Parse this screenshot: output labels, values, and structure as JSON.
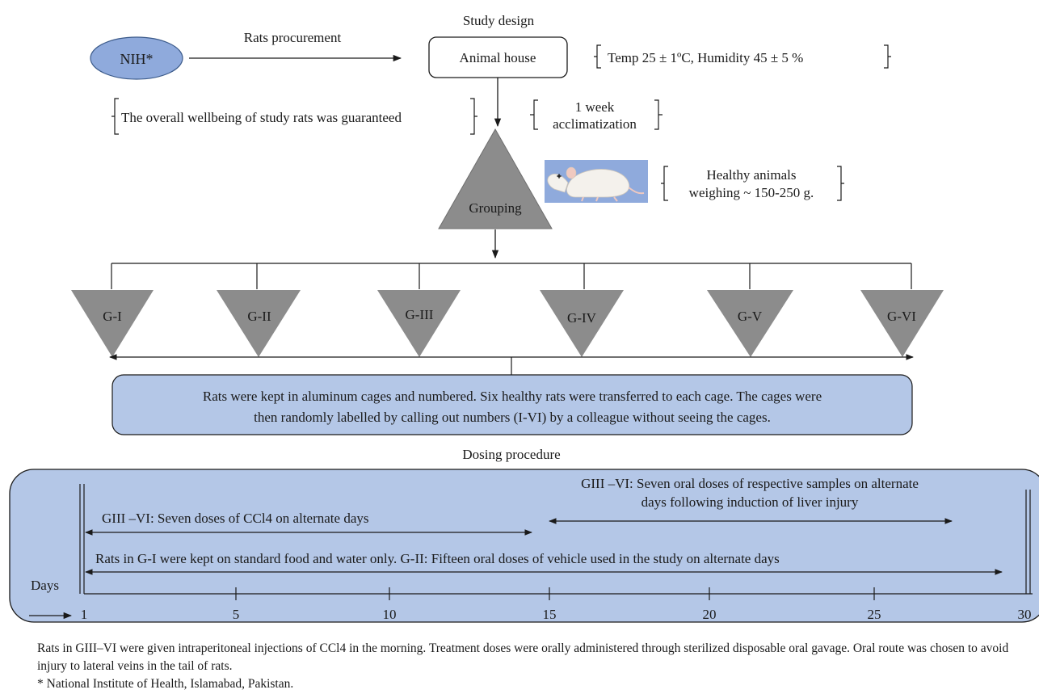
{
  "study_design": {
    "title": "Study design",
    "source_label": "NIH*",
    "arrow_label": "Rats procurement",
    "animal_house": "Animal house",
    "conditions": "Temp 25 ± 1ºC, Humidity 45 ± 5 %",
    "wellbeing": "The overall wellbeing of study rats was guaranteed",
    "acclimatization": [
      "1 week",
      "acclimatization"
    ],
    "grouping": "Grouping",
    "healthy": [
      "Healthy animals",
      "weighing ~ 150-250 g."
    ],
    "groups": [
      "G-I",
      "G-II",
      "G-III",
      "G-IV",
      "G-V",
      "G-VI"
    ],
    "cage_note": [
      "Rats were kept in aluminum cages and numbered. Six healthy rats were transferred to each cage. The cages were",
      "then randomly labelled by calling out numbers (I-VI) by a colleague without seeing the cages."
    ]
  },
  "dosing": {
    "title": "Dosing procedure",
    "oral_doses": [
      "GIII –VI: Seven oral doses of respective samples on alternate",
      "days following induction of liver injury"
    ],
    "ccl4_doses": "GIII –VI: Seven doses of CCl4 on alternate days",
    "control": "Rats in G-I were kept on standard food and water only. G-II: Fifteen oral doses of vehicle used in the study on alternate days",
    "axis_label": "Days",
    "day_ticks": [
      "1",
      "5",
      "10",
      "15",
      "20",
      "25",
      "30"
    ]
  },
  "footnotes": [
    "Rats in GIII–VI were given intraperitoneal injections of CCl4 in the morning. Treatment doses were orally administered through sterilized disposable oral gavage. Oral route was chosen to avoid injury to lateral veins in the tail of rats.",
    "* National Institute of Health, Islamabad, Pakistan."
  ],
  "colors": {
    "panel_fill": "#b4c7e7",
    "oval_fill": "#8faadc",
    "triangle_fill": "#8c8c8c",
    "line": "#1a1a1a"
  }
}
